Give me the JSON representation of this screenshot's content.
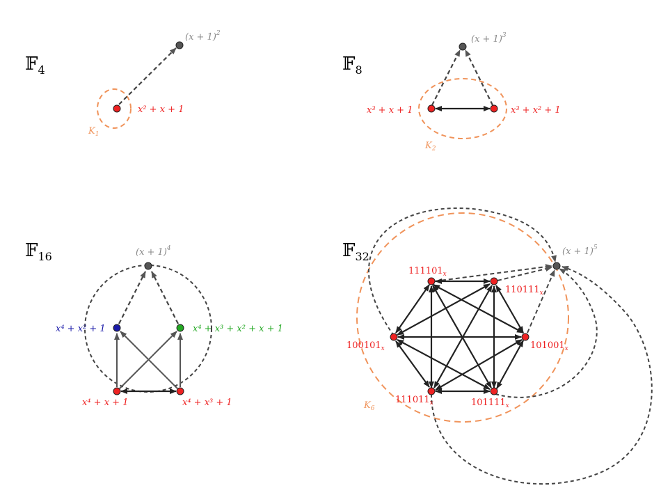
{
  "colors": {
    "red": "#ee2222",
    "gray": "#888888",
    "darkgray": "#555555",
    "edge": "#222222",
    "dashed": "#444444",
    "orange": "#f0935a",
    "blue": "#1a1aa8",
    "green": "#22a822"
  },
  "panels": {
    "f4": {
      "title": "𝔽",
      "title_sub": "4",
      "top_label": "(x + 1)",
      "top_sup": "2",
      "node_label": "x² + x + 1",
      "cluster": "K",
      "cluster_sub": "1"
    },
    "f8": {
      "title": "𝔽",
      "title_sub": "8",
      "top_label": "(x + 1)",
      "top_sup": "3",
      "left_label": "x³ + x + 1",
      "right_label": "x³ + x² + 1",
      "cluster": "K",
      "cluster_sub": "2"
    },
    "f16": {
      "title": "𝔽",
      "title_sub": "16",
      "top_label": "(x + 1)",
      "top_sup": "4",
      "blue_label": "x⁴ + x² + 1",
      "green_label": "x⁴ + x³ + x² + x + 1",
      "bl_label": "x⁴ + x + 1",
      "br_label": "x⁴ + x³ + 1"
    },
    "f32": {
      "title": "𝔽",
      "title_sub": "32",
      "top_label": "(x + 1)",
      "top_sup": "5",
      "nodes": [
        {
          "text": "111101",
          "sub": "x"
        },
        {
          "text": "110111",
          "sub": "x"
        },
        {
          "text": "101001",
          "sub": "x"
        },
        {
          "text": "101111",
          "sub": "x"
        },
        {
          "text": "111011",
          "sub": "x"
        },
        {
          "text": "100101",
          "sub": "x"
        }
      ],
      "cluster": "K",
      "cluster_sub": "6"
    }
  }
}
